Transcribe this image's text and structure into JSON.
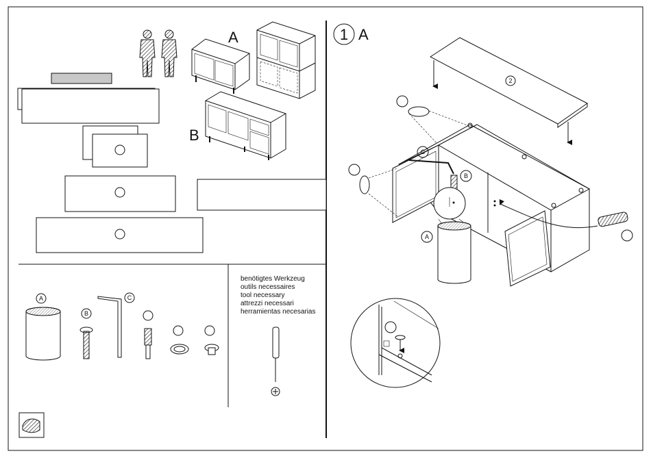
{
  "models": {
    "a": "A",
    "b": "B"
  },
  "step": {
    "number": "1",
    "model": "A"
  },
  "panel_numbers": {
    "top_board": "2"
  },
  "parts": {
    "a": "A",
    "b": "B",
    "c": "C"
  },
  "tools": {
    "lines": [
      "benötigtes Werkzeug",
      "outils necessaires",
      "tool necessary",
      "attrezzi necessari",
      "herramientas necesarias"
    ]
  },
  "icons": [
    "two-person-icon",
    "care-instructions-icon",
    "screwdriver-icon",
    "phillips-plus-icon"
  ]
}
